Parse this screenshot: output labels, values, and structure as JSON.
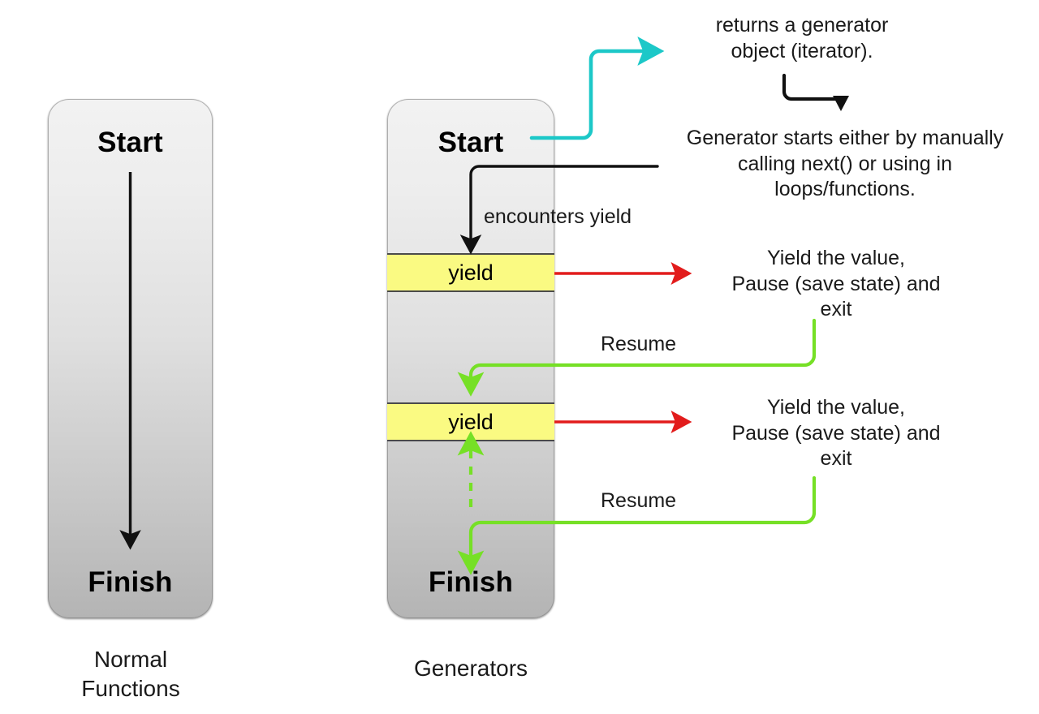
{
  "diagram": {
    "title_alt": "Normal Functions vs Generators control flow",
    "background": "#ffffff"
  },
  "colors": {
    "yield_fill": "#fafa82",
    "yield_border": "#4a4a4a",
    "box_top": "#f2f2f2",
    "box_bottom": "#b4b4b4",
    "arrow_black": "#111111",
    "arrow_cyan": "#1cc8c8",
    "arrow_red": "#e21c1c",
    "arrow_green": "#76e026",
    "text": "#1a1a1a"
  },
  "normal_function": {
    "start_label": "Start",
    "finish_label": "Finish",
    "caption": "Normal\nFunctions",
    "caption_line1": "Normal",
    "caption_line2": "Functions"
  },
  "generator": {
    "start_label": "Start",
    "finish_label": "Finish",
    "caption": "Generators",
    "yield_blocks": [
      {
        "label": "yield"
      },
      {
        "label": "yield"
      }
    ],
    "edge_labels": {
      "encounters_yield": "encounters yield",
      "resume_1": "Resume",
      "resume_2": "Resume"
    }
  },
  "annotations": {
    "returns_generator": "returns a generator\nobject (iterator).",
    "generator_starts": "Generator starts either by manually\ncalling next() or using in\nloops/functions.",
    "yield_note_1": "Yield  the value,\nPause (save state) and\nexit",
    "yield_note_2": "Yield  the value,\nPause (save state) and\nexit"
  },
  "icons": {
    "cyan_arrow": "arrow-right-icon",
    "black_elbow_arrow": "arrow-elbow-down-icon",
    "red_arrow_1": "arrow-right-icon",
    "red_arrow_2": "arrow-right-icon",
    "green_resume_1": "arrow-curve-down-icon",
    "green_resume_2": "arrow-curve-down-icon",
    "green_dashed_up": "arrow-up-dashed-icon",
    "black_down_normal": "arrow-down-icon",
    "black_down_generator": "arrow-elbow-down-icon"
  }
}
